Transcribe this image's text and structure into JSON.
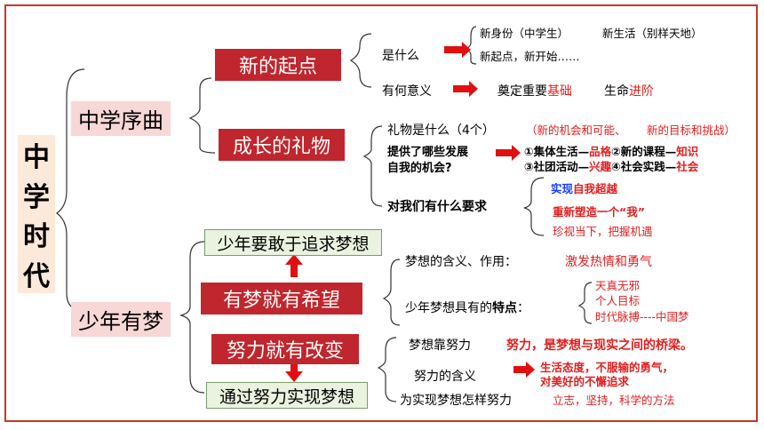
{
  "root": {
    "chars": [
      "中",
      "学",
      "时",
      "代"
    ]
  },
  "section1": {
    "title": "中学序曲",
    "node1": {
      "title": "新的起点",
      "q1": {
        "label": "是什么",
        "line1": "新身份（中学生）",
        "line1b": "新生活（别样天地）",
        "line2": "新起点，新开始……"
      },
      "q2": {
        "label": "有何意义",
        "a1": "奠定重要",
        "a1_red": "基础",
        "a2": "生命",
        "a2_red": "进阶"
      }
    },
    "node2": {
      "title": "成长的礼物",
      "q1": {
        "label": "礼物是什么（4个）",
        "a1": "（新的机会和可能、",
        "a2": "新的目标和挑战）"
      },
      "q2": {
        "label_line1": "提供了哪些发展",
        "label_line2": "自我的机会?",
        "line1": [
          [
            "①集体生活—",
            "b"
          ],
          [
            "品格",
            "r"
          ],
          [
            "②新的课程—",
            "b"
          ],
          [
            "知识",
            "r"
          ]
        ],
        "line2": [
          [
            "③社团活动—",
            "b"
          ],
          [
            "兴趣",
            "r"
          ],
          [
            "④社会实践—",
            "b"
          ],
          [
            "社会",
            "r"
          ]
        ]
      },
      "q3": {
        "label": "对我们有什么要求",
        "a1_blue": "实现",
        "a1_red": "自我超越",
        "a2": "重新塑造一个“我”",
        "a3": "珍视当下，把握机遇"
      }
    }
  },
  "section2": {
    "title": "少年有梦",
    "box_top": "少年要敢于追求梦想",
    "node1": {
      "title": "有梦就有希望",
      "q1": {
        "label": "梦想的含义、作用：",
        "answer": "激发热情和勇气"
      },
      "q2": {
        "label_pre": "少年梦想具有的",
        "label_bold": "特点",
        "label_post": "：",
        "items": [
          "天真无邪",
          "个人目标",
          "时代脉搏----中国梦"
        ]
      }
    },
    "node2": {
      "title": "努力就有改变",
      "q1": {
        "label": "梦想靠努力",
        "answer": "努力，是梦想与现实之间的桥梁。"
      },
      "q2": {
        "label": "努力的含义",
        "line1": "生活态度，不服输的勇气，",
        "line2": "对美好的不懈追求"
      },
      "q3": {
        "label": "为实现梦想怎样努力",
        "answer": "立志，坚持，科学的方法"
      }
    },
    "box_bottom": "通过努力实现梦想"
  },
  "colors": {
    "accent_red": "#c0262d",
    "text_red": "#e02020",
    "text_blue": "#1a3cff"
  }
}
